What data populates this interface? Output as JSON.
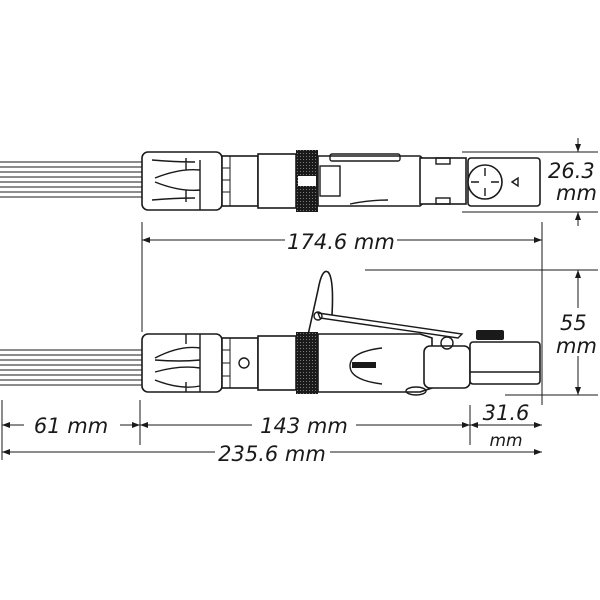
{
  "drawing": {
    "dimensions": {
      "top_height_value": "26.3",
      "top_height_unit": "mm",
      "top_length": "174.6 mm",
      "side_height_value": "55",
      "side_height_unit": "mm",
      "needle_length": "61 mm",
      "body_length": "143 mm",
      "head_length_value": "31.6",
      "head_length_unit": "mm",
      "overall_length": "235.6 mm"
    },
    "colors": {
      "line": "#1a1a1a",
      "background": "#ffffff"
    }
  }
}
